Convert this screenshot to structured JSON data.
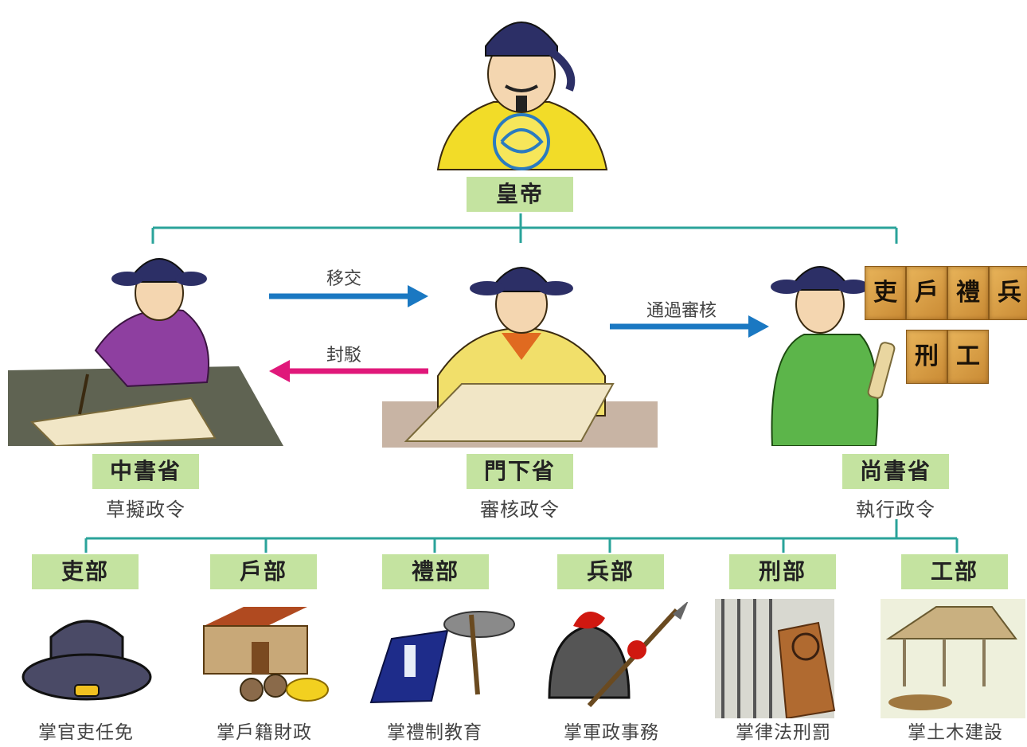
{
  "emperor": {
    "label": "皇帝"
  },
  "arrows": {
    "transfer": "移交",
    "reject": "封駁",
    "approve": "通過審核"
  },
  "provinces": [
    {
      "name": "中書省",
      "role": "草擬政令"
    },
    {
      "name": "門下省",
      "role": "審核政令"
    },
    {
      "name": "尚書省",
      "role": "執行政令"
    }
  ],
  "tiles": [
    "吏",
    "戶",
    "禮",
    "兵",
    "刑",
    "工"
  ],
  "ministries": [
    {
      "name": "吏部",
      "duty": "掌官吏任免"
    },
    {
      "name": "戶部",
      "duty": "掌戶籍財政"
    },
    {
      "name": "禮部",
      "duty": "掌禮制教育"
    },
    {
      "name": "兵部",
      "duty": "掌軍政事務"
    },
    {
      "name": "刑部",
      "duty": "掌律法刑罰"
    },
    {
      "name": "工部",
      "duty": "掌土木建設"
    }
  ],
  "colors": {
    "connector": "#2aa39a",
    "arrow_blue": "#1a78c2",
    "arrow_pink": "#e0187a",
    "label_bg": "#c4e3a0"
  }
}
